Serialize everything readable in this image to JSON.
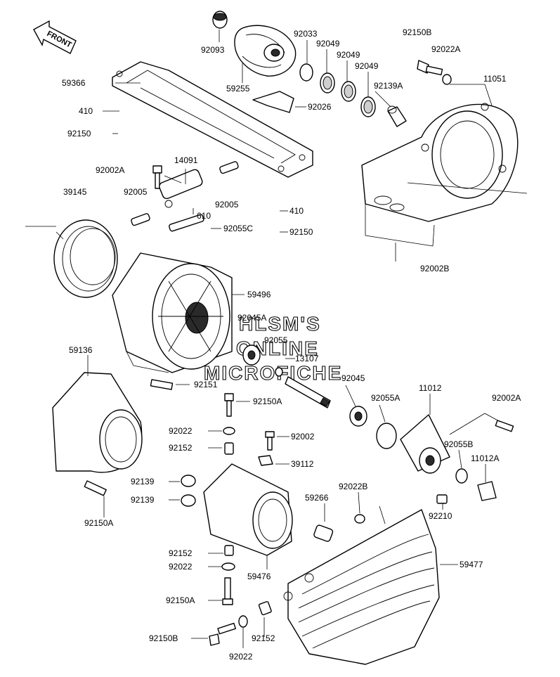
{
  "diagram": {
    "front_label": "FRONT",
    "watermark": [
      "HLSM'S",
      "ONLINE",
      "MICROFICHE"
    ],
    "labels": [
      {
        "id": "l-92093",
        "text": "92093"
      },
      {
        "id": "l-92033",
        "text": "92033"
      },
      {
        "id": "l-92049a",
        "text": "92049"
      },
      {
        "id": "l-92049b",
        "text": "92049"
      },
      {
        "id": "l-92049c",
        "text": "92049"
      },
      {
        "id": "l-92150B-top",
        "text": "92150B"
      },
      {
        "id": "l-92022A-top",
        "text": "92022A"
      },
      {
        "id": "l-11051",
        "text": "11051"
      },
      {
        "id": "l-59366",
        "text": "59366"
      },
      {
        "id": "l-59255",
        "text": "59255"
      },
      {
        "id": "l-92139A",
        "text": "92139A"
      },
      {
        "id": "l-410a",
        "text": "410"
      },
      {
        "id": "l-92026",
        "text": "92026"
      },
      {
        "id": "l-92150a",
        "text": "92150"
      },
      {
        "id": "l-14091",
        "text": "14091"
      },
      {
        "id": "l-92002A-l",
        "text": "92002A"
      },
      {
        "id": "l-39145",
        "text": "39145"
      },
      {
        "id": "l-92005a",
        "text": "92005"
      },
      {
        "id": "l-92005b",
        "text": "92005"
      },
      {
        "id": "l-410b",
        "text": "410"
      },
      {
        "id": "l-610",
        "text": "610"
      },
      {
        "id": "l-92055C",
        "text": "92055C"
      },
      {
        "id": "l-92150b",
        "text": "92150"
      },
      {
        "id": "l-92002B",
        "text": "92002B"
      },
      {
        "id": "l-59496",
        "text": "59496"
      },
      {
        "id": "l-92045A",
        "text": "92045A"
      },
      {
        "id": "l-92055",
        "text": "92055"
      },
      {
        "id": "l-59136",
        "text": "59136"
      },
      {
        "id": "l-13107",
        "text": "13107"
      },
      {
        "id": "l-92151",
        "text": "92151"
      },
      {
        "id": "l-92045",
        "text": "92045"
      },
      {
        "id": "l-92055A",
        "text": "92055A"
      },
      {
        "id": "l-11012",
        "text": "11012"
      },
      {
        "id": "l-92002A-r",
        "text": "92002A"
      },
      {
        "id": "l-92150A-m",
        "text": "92150A"
      },
      {
        "id": "l-92022-m",
        "text": "92022"
      },
      {
        "id": "l-92002",
        "text": "92002"
      },
      {
        "id": "l-92152a",
        "text": "92152"
      },
      {
        "id": "l-39112",
        "text": "39112"
      },
      {
        "id": "l-92055B",
        "text": "92055B"
      },
      {
        "id": "l-11012A",
        "text": "11012A"
      },
      {
        "id": "l-92139a",
        "text": "92139"
      },
      {
        "id": "l-92139b",
        "text": "92139"
      },
      {
        "id": "l-92022B",
        "text": "92022B"
      },
      {
        "id": "l-59266",
        "text": "59266"
      },
      {
        "id": "l-92210",
        "text": "92210"
      },
      {
        "id": "l-92150A-l",
        "text": "92150A"
      },
      {
        "id": "l-92152b",
        "text": "92152"
      },
      {
        "id": "l-59477",
        "text": "59477"
      },
      {
        "id": "l-92022-b",
        "text": "92022"
      },
      {
        "id": "l-59476",
        "text": "59476"
      },
      {
        "id": "l-92150A-b",
        "text": "92150A"
      },
      {
        "id": "l-92150B-b",
        "text": "92150B"
      },
      {
        "id": "l-92152c",
        "text": "92152"
      },
      {
        "id": "l-92022-c",
        "text": "92022"
      }
    ]
  }
}
